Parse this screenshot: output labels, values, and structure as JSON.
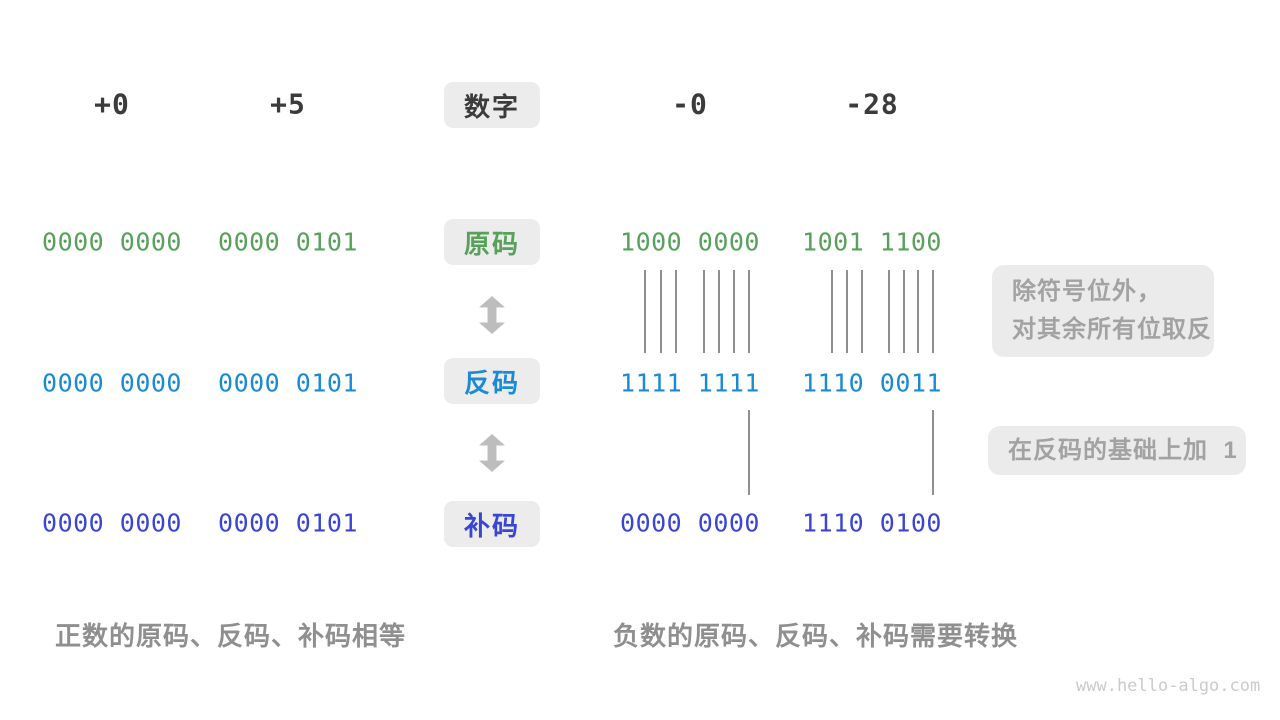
{
  "header": {
    "col1": "+0",
    "col2": "+5",
    "chip": "数字",
    "col3": "-0",
    "col4": "-28"
  },
  "rows": {
    "sign": {
      "chip": "原码",
      "col1": "0000 0000",
      "col2": "0000 0101",
      "col3": "1000 0000",
      "col4": "1001 1100"
    },
    "ones": {
      "chip": "反码",
      "col1": "0000 0000",
      "col2": "0000 0101",
      "col3": "1111 1111",
      "col4": "1110 0011"
    },
    "twos": {
      "chip": "补码",
      "col1": "0000 0000",
      "col2": "0000 0101",
      "col3": "0000 0000",
      "col4": "1110 0100"
    }
  },
  "notes": {
    "invert_line1": "除符号位外，",
    "invert_line2": "对其余所有位取反",
    "add_one": "在反码的基础上加  1"
  },
  "captions": {
    "positive": "正数的原码、反码、补码相等",
    "negative": "负数的原码、反码、补码需要转换"
  },
  "watermark": "www.hello-algo.com",
  "colors": {
    "sign_magnitude_green": "#57a15a",
    "ones_complement_blue": "#1a8ad4",
    "twos_complement_indigo": "#3a46d3",
    "heading_dark": "#3b3b3b",
    "chip_background": "#ececec",
    "note_background": "#ebebeb",
    "note_text_gray": "#a2a2a2",
    "caption_gray": "#8f8f8f",
    "arrow_gray": "#bdbdbd",
    "guide_line_gray": "#8f8f8f",
    "watermark_gray": "#cbcbcb"
  }
}
